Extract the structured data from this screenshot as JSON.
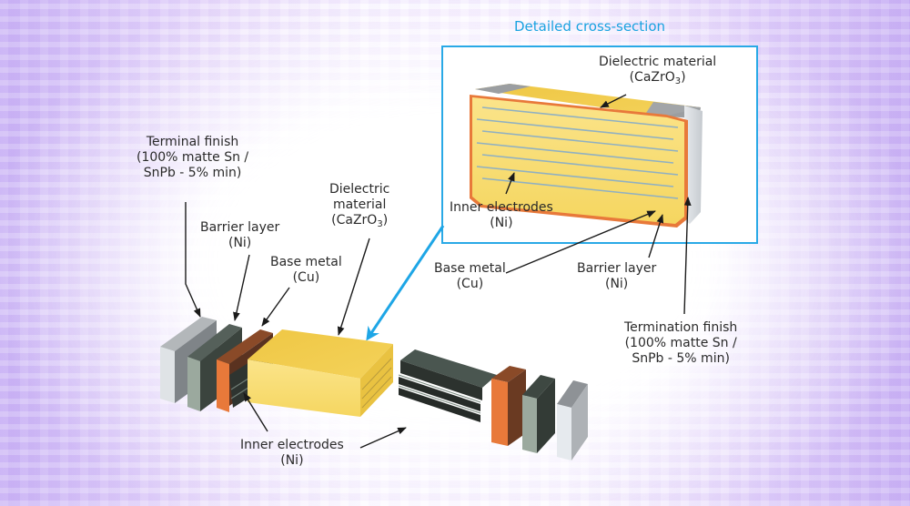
{
  "inset": {
    "title": "Detailed cross-section",
    "labels": {
      "dielectric": {
        "line1": "Dielectric material",
        "line2_pre": "(CaZrO",
        "line2_sub": "3",
        "line2_post": ")"
      },
      "inner_electrodes": {
        "line1": "Inner electrodes",
        "line2": "(Ni)"
      }
    }
  },
  "labels": {
    "terminal_finish": {
      "line1": "Terminal finish",
      "line2": "(100% matte Sn /",
      "line3": "SnPb - 5% min)"
    },
    "barrier_layer_left": {
      "line1": "Barrier layer",
      "line2": "(Ni)"
    },
    "base_metal_left": {
      "line1": "Base metal",
      "line2": "(Cu)"
    },
    "dielectric_left": {
      "line1": "Dielectric",
      "line2": "material",
      "line3_pre": "(CaZrO",
      "line3_sub": "3",
      "line3_post": ")"
    },
    "inner_electrodes_bottom": {
      "line1": "Inner electrodes",
      "line2": "(Ni)"
    },
    "base_metal_right": {
      "line1": "Base metal",
      "line2": "(Cu)"
    },
    "barrier_layer_right": {
      "line1": "Barrier layer",
      "line2": "(Ni)"
    },
    "termination_finish": {
      "line1": "Termination finish",
      "line2": "(100% matte Sn /",
      "line3": "SnPb - 5% min)"
    }
  },
  "colors": {
    "accent_blue": "#29a9e6",
    "dielectric_yellow": "#f2cf4e",
    "copper_orange": "#e8793a",
    "nickel_green": "#4f5a52",
    "tin_gray": "#c9cdd1"
  }
}
